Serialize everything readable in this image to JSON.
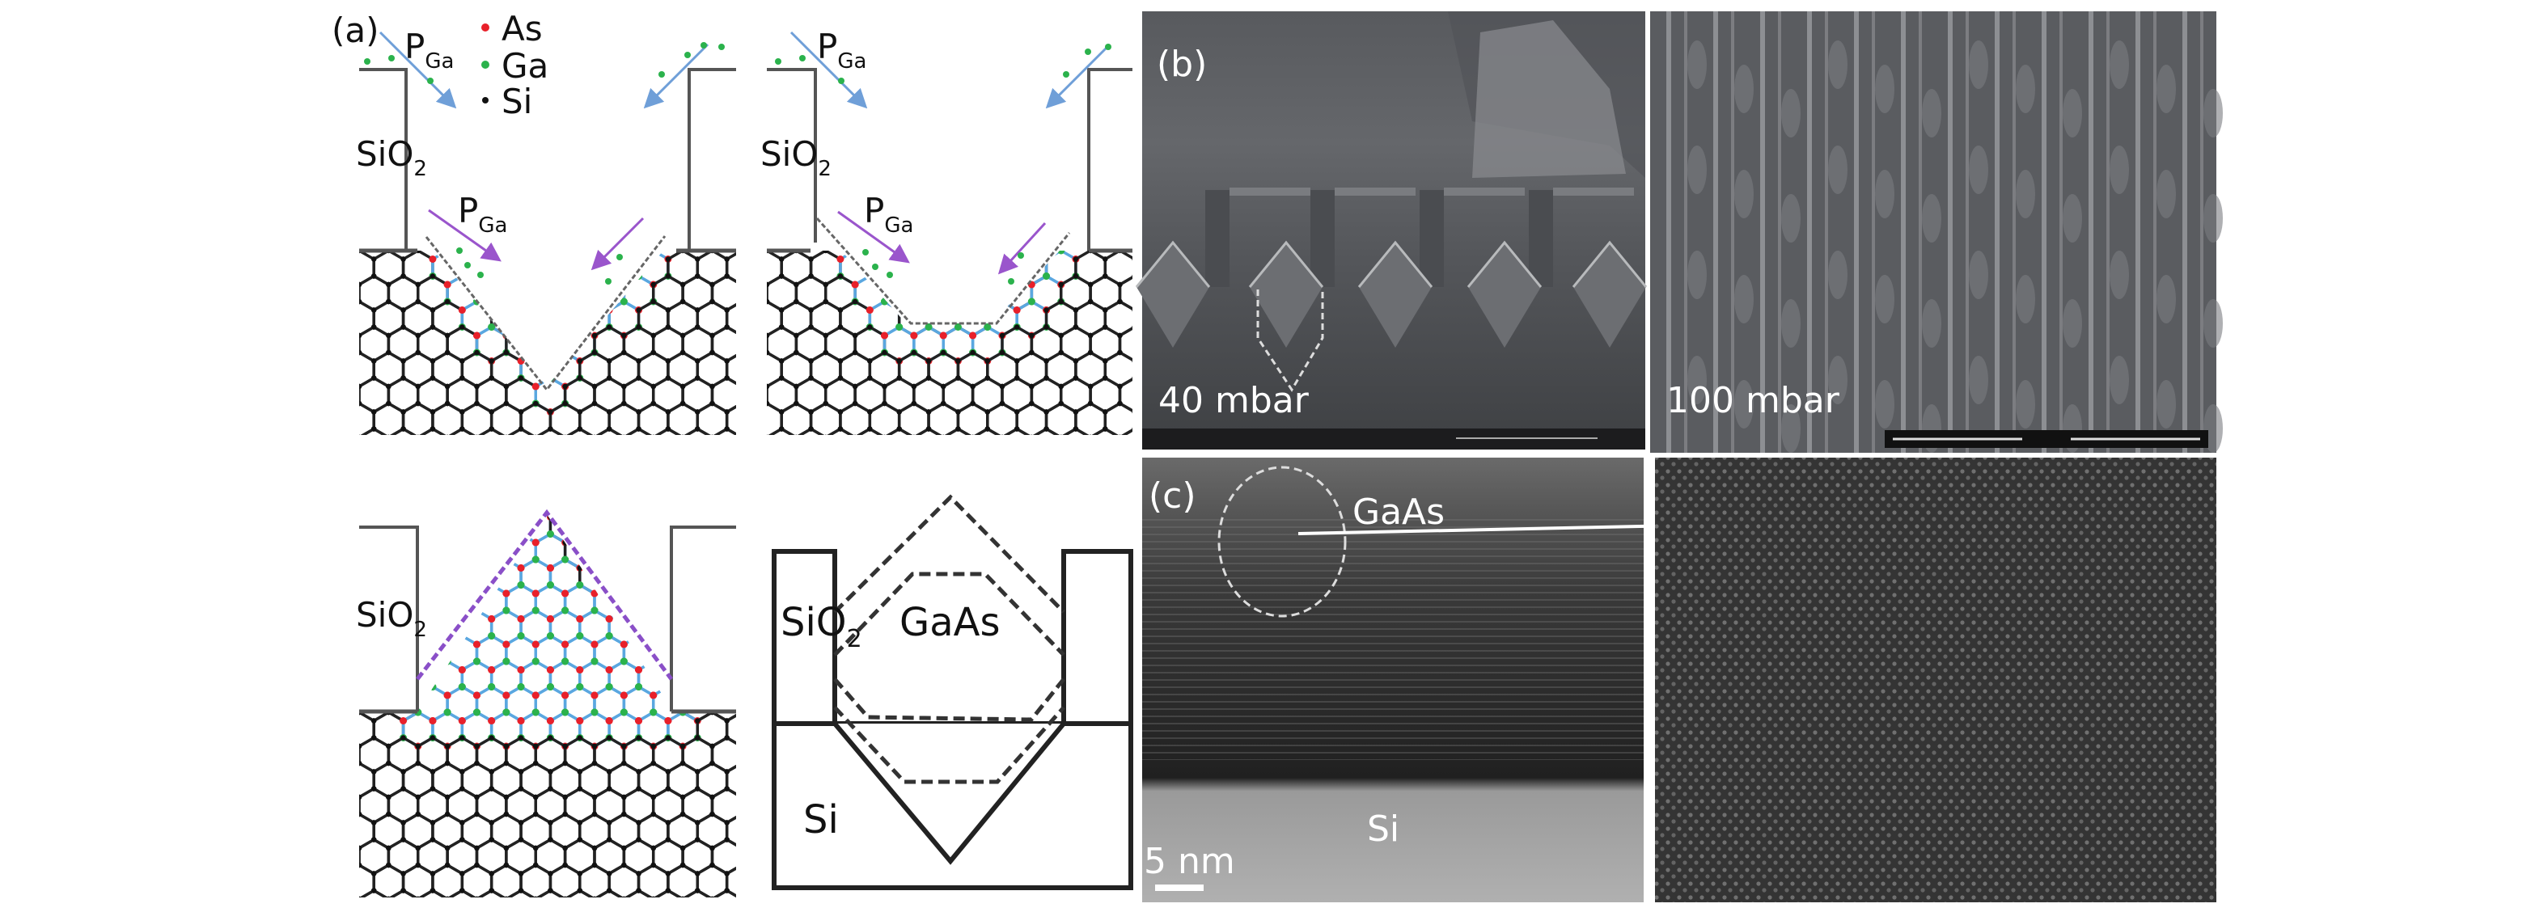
{
  "panel_a": {
    "label": "(a)",
    "legend": [
      {
        "symbol": "As",
        "color": "#e8202a"
      },
      {
        "symbol": "Ga",
        "color": "#2bb24c"
      },
      {
        "symbol": "Si",
        "color": "#111111"
      }
    ],
    "flux_label_main": "P",
    "flux_label_sub": "Ga",
    "oxide_main": "SiO",
    "oxide_sub": "2",
    "schematic_labels": {
      "oxide_main": "SiO",
      "oxide_sub": "2",
      "crystal": "GaAs",
      "substrate": "Si"
    },
    "colors": {
      "flux_top": "#6f9fd8",
      "flux_lower": "#9a55cc",
      "bond_gaas": "#5aa7e0",
      "facet": "#8a4fc8"
    }
  },
  "panel_b": {
    "label": "(b)",
    "left_caption": "40 mbar",
    "right_caption": "100 mbar"
  },
  "panel_c": {
    "label": "(c)",
    "crystal_label": "GaAs",
    "substrate_label": "Si",
    "scale_bar": "5 nm"
  }
}
